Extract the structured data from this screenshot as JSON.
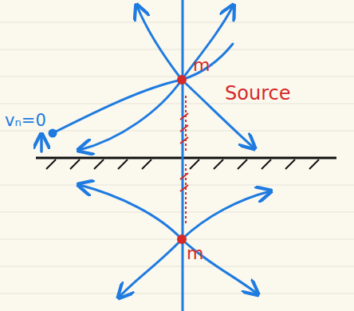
{
  "diagram": {
    "labels": [
      "m",
      "Source",
      "vₙ=0",
      "m"
    ]
  }
}
